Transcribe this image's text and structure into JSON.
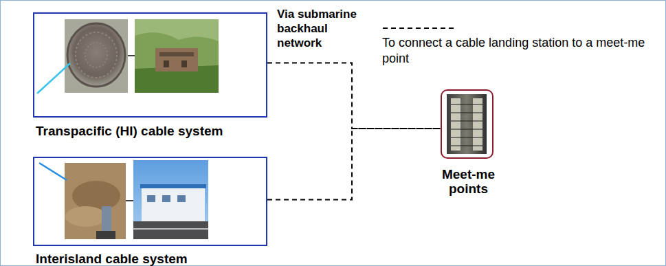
{
  "diagram": {
    "nodes": [
      {
        "text": [
          "Transpacific (HI) cable system"
        ]
      },
      {
        "text": [
          "Interisland cable system"
        ]
      },
      {
        "text": [
          "Meet-me points"
        ]
      }
    ],
    "edges": [
      {
        "from": 0,
        "to": 2,
        "arrow": "none",
        "label": "Via submarine backhaul network"
      },
      {
        "from": 1,
        "to": 2,
        "arrow": "none"
      }
    ],
    "legend": [
      {
        "text": "To connect a cable landing station to a meet-me point"
      }
    ]
  }
}
